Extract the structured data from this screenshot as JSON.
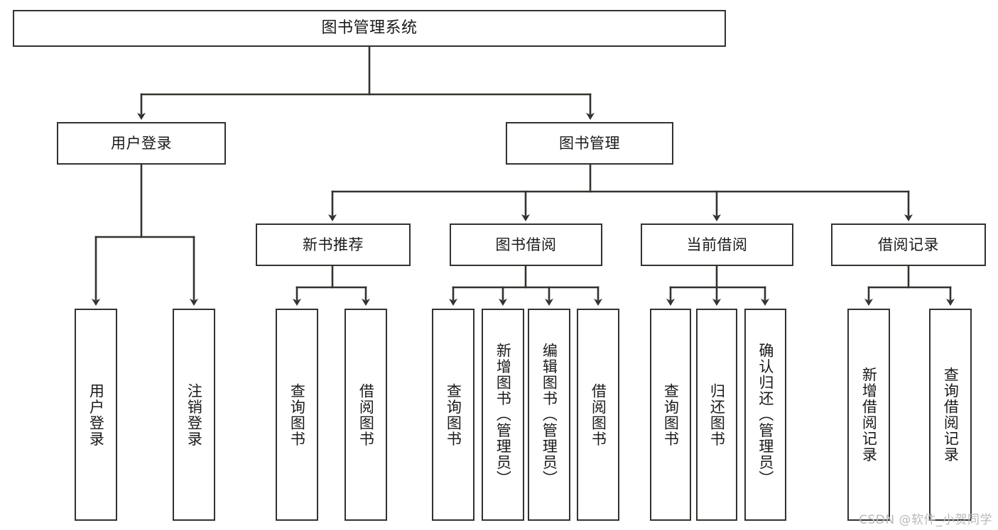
{
  "diagram": {
    "title": "图书管理系统",
    "watermark": "CSDN @软件_小贺同学",
    "colors": {
      "box_border": "#33322f",
      "edge": "#33322f",
      "background": "#ffffff",
      "text": "#1a1a1a",
      "watermark": "#b9b9b9"
    },
    "nodes": {
      "root": {
        "label": "图书管理系统"
      },
      "level1": [
        {
          "label": "用户登录"
        },
        {
          "label": "图书管理"
        }
      ],
      "level2": [
        {
          "label": "新书推荐"
        },
        {
          "label": "图书借阅"
        },
        {
          "label": "当前借阅"
        },
        {
          "label": "借阅记录"
        }
      ],
      "leaves": {
        "user_login": [
          {
            "label": "用户登录"
          },
          {
            "label": "注销登录"
          }
        ],
        "new_book_recommend": [
          {
            "label": "查询图书"
          },
          {
            "label": "借阅图书"
          }
        ],
        "book_borrow": [
          {
            "label": "查询图书"
          },
          {
            "label": "新增图书（管理员）"
          },
          {
            "label": "编辑图书（管理员）"
          },
          {
            "label": "借阅图书"
          }
        ],
        "current_borrow": [
          {
            "label": "查询图书"
          },
          {
            "label": "归还图书"
          },
          {
            "label": "确认归还（管理员）"
          }
        ],
        "borrow_record": [
          {
            "label": "新增借阅记录"
          },
          {
            "label": "查询借阅记录"
          }
        ]
      }
    }
  }
}
